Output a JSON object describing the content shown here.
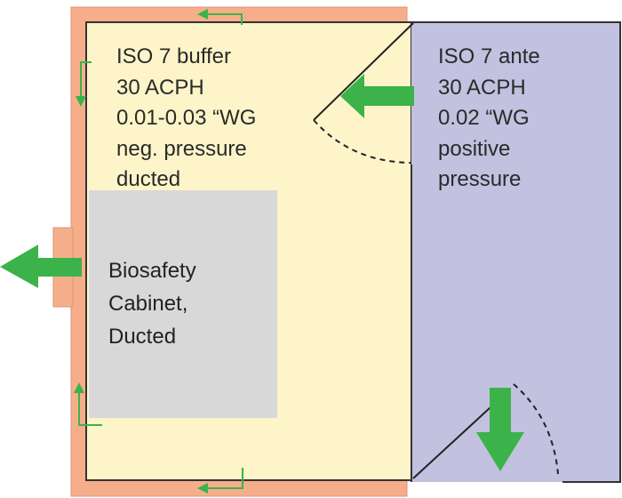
{
  "colors": {
    "buffer_room": "#fdf5c9",
    "ante_room": "#c2c1e0",
    "wall": "#f6ae8a",
    "cabinet": "#d8d8d8",
    "airflow_arrow": "#3bb34a"
  },
  "buffer_room": {
    "lines": [
      "ISO 7 buffer",
      "30 ACPH",
      "0.01-0.03 “WG",
      "neg. pressure",
      "ducted"
    ]
  },
  "ante_room": {
    "lines": [
      "ISO 7 ante",
      "30 ACPH",
      "0.02 “WG",
      "positive",
      "pressure"
    ]
  },
  "cabinet": {
    "lines": [
      "Biosafety",
      "Cabinet,",
      "Ducted"
    ]
  }
}
